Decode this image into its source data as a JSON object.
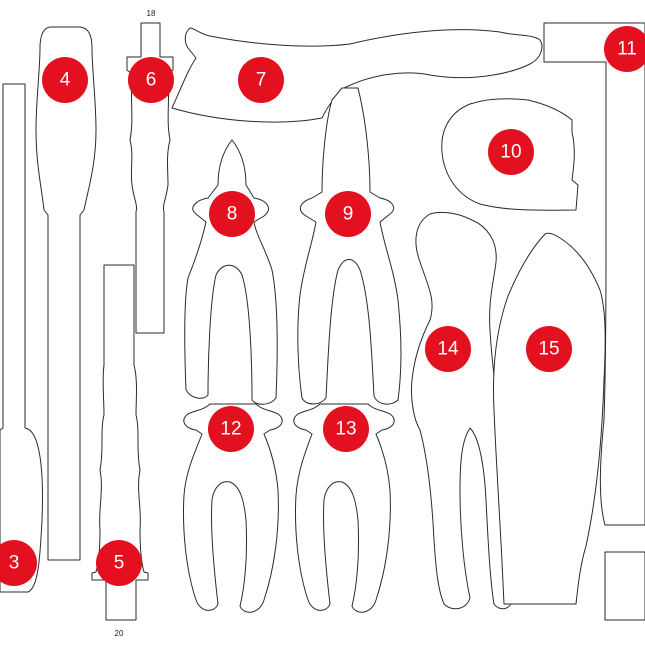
{
  "badges": [
    "3",
    "4",
    "5",
    "6",
    "7",
    "8",
    "9",
    "10",
    "11",
    "12",
    "13",
    "14",
    "15"
  ],
  "dimensions": {
    "top_label": "18",
    "bottom_label": "20"
  },
  "colors": {
    "badge": "#e3101f",
    "outline": "#2b2b2b",
    "background": "#ffffff"
  }
}
